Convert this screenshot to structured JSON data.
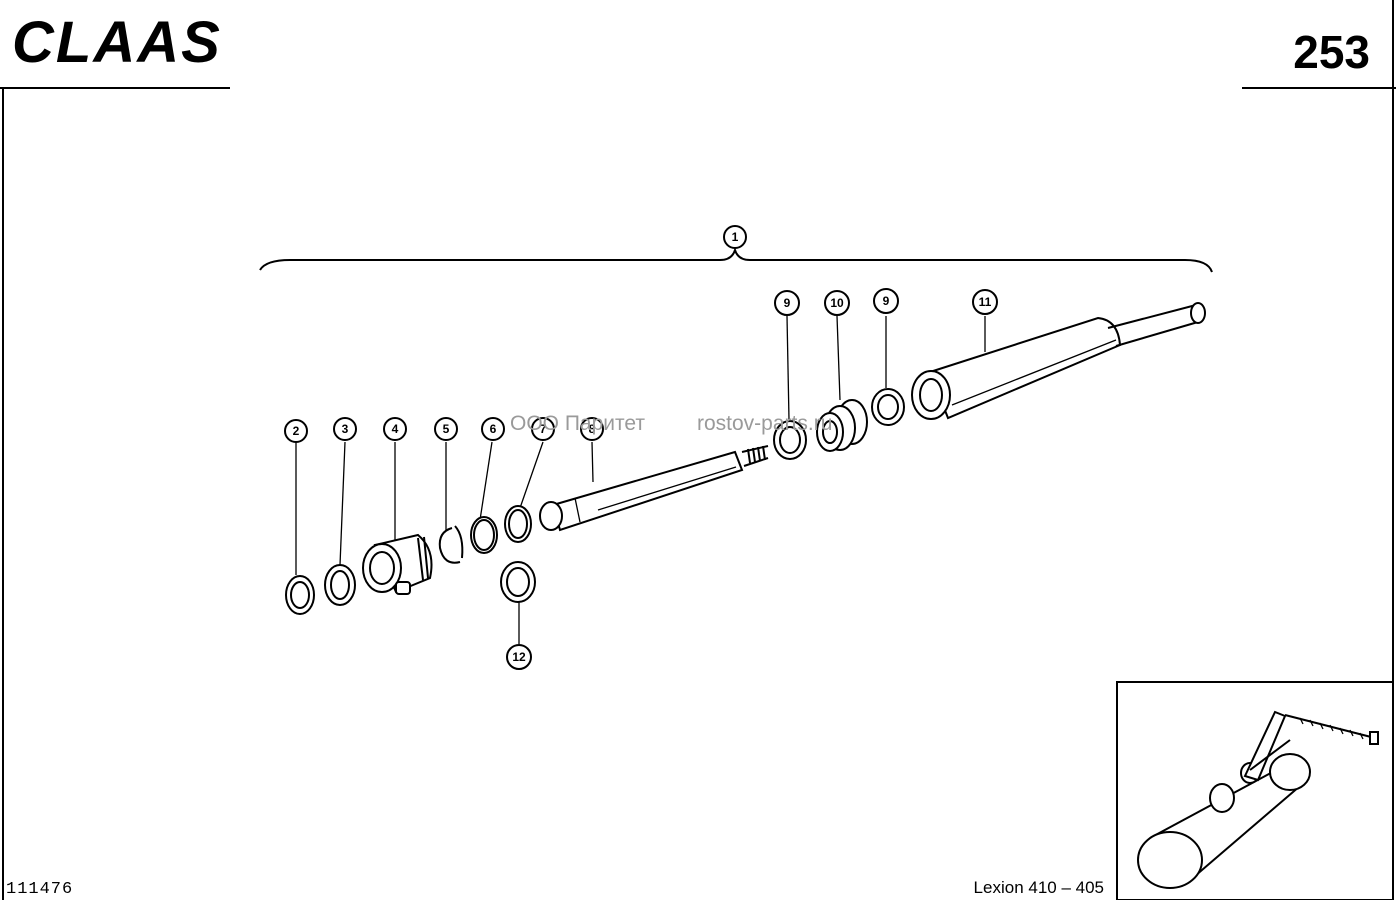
{
  "header": {
    "brand": "CLAAS",
    "page_number": "253"
  },
  "watermark": {
    "left": "ООО Паритет",
    "right": "rostov-parts.ru"
  },
  "callouts": [
    "1",
    "2",
    "3",
    "4",
    "5",
    "6",
    "7",
    "8",
    "9",
    "10",
    "9",
    "11",
    "12"
  ],
  "footer": {
    "drawing_number": "111476",
    "model": "Lexion 410 – 405"
  },
  "icons": [
    "claas-logo",
    "hydraulic-cylinder-exploded-view",
    "location-inset-diagram"
  ]
}
